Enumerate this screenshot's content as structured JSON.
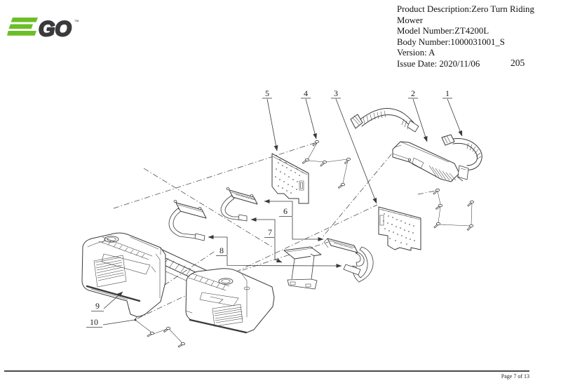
{
  "brand": {
    "name": "EGO",
    "go_letters": "GO",
    "trademark": "™"
  },
  "product_info": {
    "lines": [
      "Product Description:Zero Turn Riding Mower",
      "Model Number:ZT4200L",
      "Body Number:1000031001_S",
      "Version: A",
      "Issue Date: 2020/11/06"
    ]
  },
  "page_number": "205",
  "diagram": {
    "callouts": [
      {
        "label": "1"
      },
      {
        "label": "2"
      },
      {
        "label": "3"
      },
      {
        "label": "4"
      },
      {
        "label": "5"
      },
      {
        "label": "6"
      },
      {
        "label": "7"
      },
      {
        "label": "8"
      },
      {
        "label": "9"
      },
      {
        "label": "10"
      }
    ]
  },
  "footer": {
    "page_label": "Page 7 of 13"
  },
  "colors": {
    "logo_green": "#6bbe28",
    "line_dark": "#3a3a3c",
    "footer_rule": "#4a4a4c"
  }
}
